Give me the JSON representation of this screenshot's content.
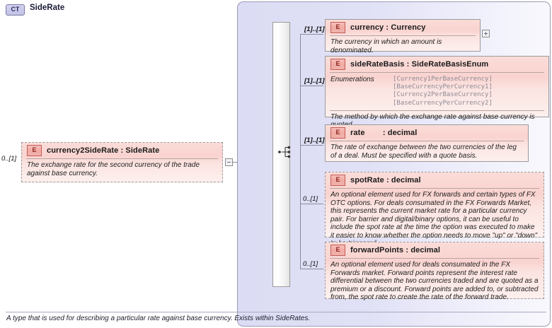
{
  "diagram": {
    "type": "xsd-schema-diagram",
    "container": {
      "badge": "CT",
      "title": "SideRate",
      "footer": "A type that is used for describing a particular rate against base currency. Exists within SideRates."
    },
    "source_element": {
      "badge": "E",
      "name": "currency2SideRate : SideRate",
      "occurrence": "0..[1]",
      "description": "The exchange rate for the second currency of the trade against base currency.",
      "toggle": "minus"
    },
    "compositor": "sequence",
    "children": [
      {
        "badge": "E",
        "name": "currency : Currency",
        "occurrence": "[1]..[1]",
        "description": "The currency in which an amount is denominated.",
        "toggle": "plus",
        "required": true
      },
      {
        "badge": "E",
        "name": "sideRateBasis : SideRateBasisEnum",
        "occurrence": "[1]..[1]",
        "enumerations_label": "Enumerations",
        "enumerations": [
          "[Currency1PerBaseCurrency]",
          "[BaseCurrencyPerCurrency1]",
          "[Currency2PerBaseCurrency]",
          "[BaseCurrencyPerCurrency2]"
        ],
        "description": "The method by which the exchange rate against base currency is quoted.",
        "required": true
      },
      {
        "badge": "E",
        "name": "rate        : decimal",
        "occurrence": "[1]..[1]",
        "description": "The rate of exchange between the two currencies of the leg of a deal. Must be specified with a quote basis.",
        "required": true
      },
      {
        "badge": "E",
        "name": "spotRate : decimal",
        "occurrence": "0..[1]",
        "description": "An optional element used for FX forwards and certain types of FX OTC options. For deals consumated in the FX Forwards Market, this represents the current market rate for a particular currency pair. For barrier and digital/binary options, it can be useful to include the spot rate at the time the option was executed to make it easier to know whether the option needs to move \"up\" or \"down\" to be triggered.",
        "required": false
      },
      {
        "badge": "E",
        "name": "forwardPoints : decimal",
        "occurrence": "0..[1]",
        "description": "An optional element used for deals consumated in the FX Forwards market. Forward points represent the interest rate differential between the two currencies traded and are quoted as a premium or a discount. Forward points are added to, or subtracted from, the spot rate to create the rate of the forward trade.",
        "required": false
      }
    ]
  },
  "colors": {
    "element_fill": "#f9d3cf",
    "container_fill": "#e0e0f6",
    "badge_e_border": "#c45a54",
    "badge_ct_border": "#7a7aa8",
    "enum_text": "#8e8a96"
  }
}
